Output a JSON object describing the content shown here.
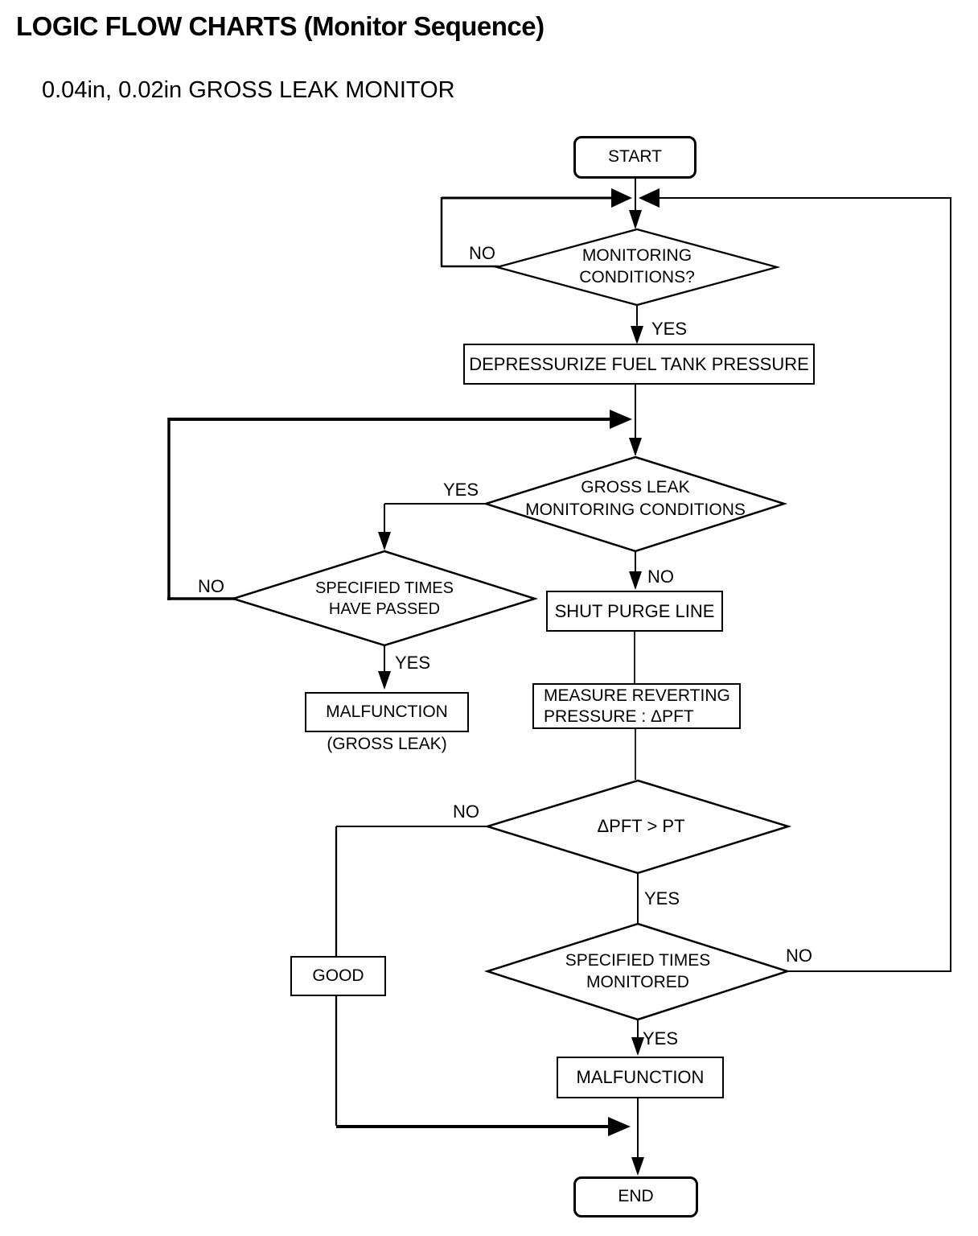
{
  "page": {
    "title": "LOGIC FLOW CHARTS (Monitor Sequence)",
    "subtitle": "0.04in, 0.02in GROSS LEAK MONITOR"
  },
  "colors": {
    "ink": "#000000",
    "paper": "#ffffff"
  },
  "nodes": {
    "start": {
      "label": "START"
    },
    "monitoring_conditions": {
      "line1": "MONITORING",
      "line2": "CONDITIONS?"
    },
    "depressurize": {
      "label": "DEPRESSURIZE FUEL TANK PRESSURE"
    },
    "gross_leak_conditions": {
      "line1": "GROSS LEAK",
      "line2": "MONITORING CONDITIONS"
    },
    "specified_times_passed": {
      "line1": "SPECIFIED TIMES",
      "line2": "HAVE PASSED"
    },
    "malfunction_gross_leak": {
      "label": "MALFUNCTION",
      "caption": "(GROSS LEAK)"
    },
    "shut_purge_line": {
      "label": "SHUT PURGE LINE"
    },
    "measure_reverting": {
      "line1": "MEASURE REVERTING",
      "line2": "PRESSURE : ΔPFT"
    },
    "delta_pft_gt_pt": {
      "label": "ΔPFT > PT"
    },
    "good": {
      "label": "GOOD"
    },
    "specified_times_monitored": {
      "line1": "SPECIFIED TIMES",
      "line2": "MONITORED"
    },
    "malfunction": {
      "label": "MALFUNCTION"
    },
    "end": {
      "label": "END"
    }
  },
  "edge_labels": {
    "monitoring_no": "NO",
    "monitoring_yes": "YES",
    "gross_leak_yes": "YES",
    "gross_leak_no": "NO",
    "times_passed_no": "NO",
    "times_passed_yes": "YES",
    "dpft_no": "NO",
    "dpft_yes": "YES",
    "monitored_no": "NO",
    "monitored_yes": "YES"
  }
}
